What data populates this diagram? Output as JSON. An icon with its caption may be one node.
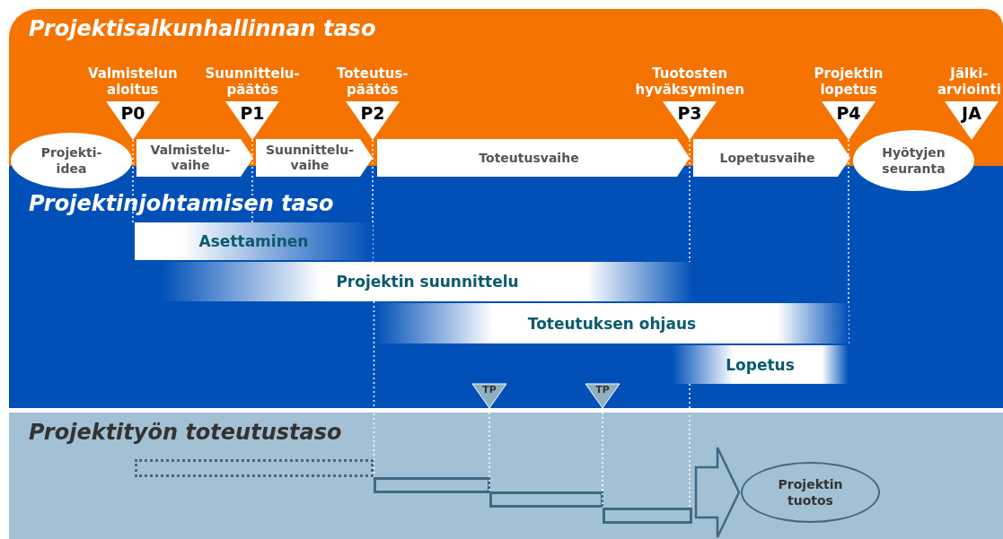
{
  "diagram": {
    "nodes": [
      {
        "text": [
          "Projektisalkunhallinnan taso"
        ]
      },
      {
        "text": [
          "P0"
        ],
        "in": 0,
        "beside": [
          "Valmistelun aloitus"
        ]
      },
      {
        "text": [
          "P1"
        ],
        "in": 0,
        "beside": [
          "Suunnittelu- päätös"
        ]
      },
      {
        "text": [
          "P2"
        ],
        "in": 0,
        "beside": [
          "Toteutus- päätös"
        ]
      },
      {
        "text": [
          "P3"
        ],
        "in": 0,
        "beside": [
          "Tuotosten hyväksyminen"
        ]
      },
      {
        "text": [
          "P4"
        ],
        "in": 0,
        "beside": [
          "Projektin lopetus"
        ]
      },
      {
        "text": [
          "JA"
        ],
        "in": 0,
        "beside": [
          "Jälki- arviointi"
        ]
      },
      {
        "text": [
          "Projekti- idea"
        ]
      },
      {
        "text": [
          "Valmistelu- vaihe"
        ]
      },
      {
        "text": [
          "Suunnittelu- vaihe"
        ]
      },
      {
        "text": [
          "Toteutusvaihe"
        ]
      },
      {
        "text": [
          "Lopetusvaihe"
        ]
      },
      {
        "text": [
          "Hyötyjen seuranta"
        ]
      },
      {
        "text": [
          "Projektinjohtamisen taso"
        ]
      },
      {
        "text": [
          "Asettaminen"
        ],
        "in": 13
      },
      {
        "text": [
          "Projektin suunnittelu"
        ],
        "in": 13
      },
      {
        "text": [
          "Toteutuksen ohjaus"
        ],
        "in": 13
      },
      {
        "text": [
          "Lopetus"
        ],
        "in": 13
      },
      {
        "text": [
          "TP"
        ],
        "in": 13
      },
      {
        "text": [
          "TP"
        ],
        "in": 13
      },
      {
        "text": [
          "Projektityön toteutustaso"
        ]
      },
      {
        "text": [],
        "shape": "box",
        "in": 20
      },
      {
        "text": [],
        "shape": "box",
        "in": 20
      },
      {
        "text": [],
        "shape": "box",
        "in": 20
      },
      {
        "text": [],
        "shape": "box",
        "in": 20
      },
      {
        "text": [
          "Projektin tuotos"
        ],
        "in": 20
      }
    ],
    "edges": [
      {
        "from": 24,
        "to": 25,
        "arrow": "to",
        "style": "thick",
        "color": "#3d6a84"
      },
      {
        "from": 1,
        "to": 14,
        "arrow": "none",
        "style": "dashed"
      },
      {
        "from": 2,
        "to": 14,
        "arrow": "none",
        "style": "dashed"
      },
      {
        "from": 3,
        "to": 15,
        "arrow": "none",
        "style": "dashed"
      },
      {
        "from": 15,
        "to": 22,
        "arrow": "none",
        "style": "dashed"
      },
      {
        "from": 4,
        "to": 15,
        "arrow": "none",
        "style": "dashed"
      },
      {
        "from": 17,
        "to": 24,
        "arrow": "none",
        "style": "dashed"
      },
      {
        "from": 5,
        "to": 17,
        "arrow": "none",
        "style": "dashed"
      },
      {
        "from": 18,
        "to": 23,
        "arrow": "none",
        "style": "dashed"
      },
      {
        "from": 19,
        "to": 24,
        "arrow": "none",
        "style": "dashed"
      }
    ]
  }
}
